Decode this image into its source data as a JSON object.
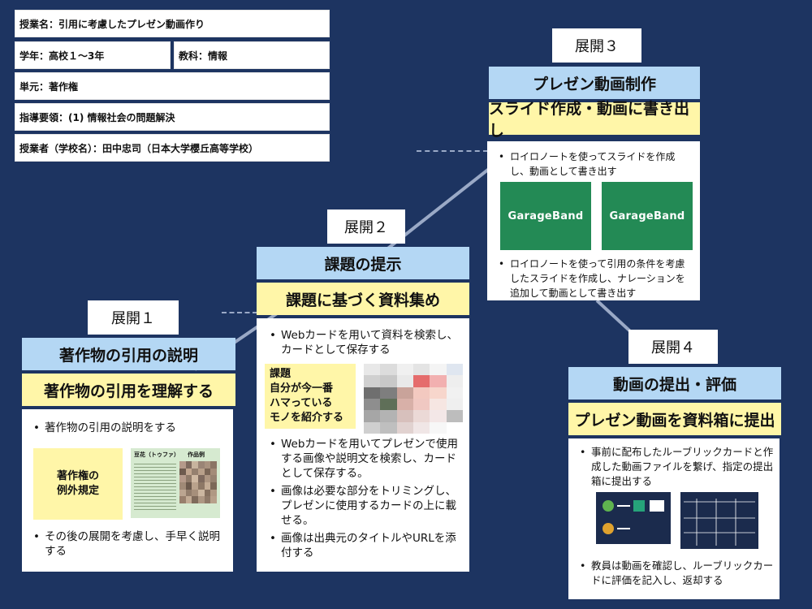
{
  "info": {
    "lesson": "授業名：引用に考慮したプレゼン動画作り",
    "grade": "学年：高校１〜3年",
    "subject": "教科：情報",
    "unit": "単元：著作権",
    "guideline": "指導要領：(1) 情報社会の問題解決",
    "teacher": "授業者（学校名）：田中忠司（日本大学櫻丘高等学校）"
  },
  "phase1": {
    "tag": "展開１",
    "title": "著作物の引用の説明",
    "subtitle": "著作物の引用を理解する",
    "bullet1": "著作物の引用の説明をする",
    "card_label": "著作権の\n例外規定",
    "doc_title": "豆花（トゥファ）",
    "doc_example": "作品例",
    "bullet2": "その後の展開を考慮し、手早く説明する"
  },
  "phase2": {
    "tag": "展開２",
    "title": "課題の提示",
    "subtitle": "課題に基づく資料集め",
    "bullet1": "Webカードを用いて資料を検索し、カードとして保存する",
    "card_label": "課題\n自分が今一番\nハマっている\nモノを紹介する",
    "bullet2": "Webカードを用いてプレゼンで使用する画像や説明文を検索し、カードとして保存する。",
    "bullet3": "画像は必要な部分をトリミングし、プレゼンに使用するカードの上に載せる。",
    "bullet4": "画像は出典元のタイトルやURLを添付する"
  },
  "phase3": {
    "tag": "展開３",
    "title": "プレゼン動画制作",
    "subtitle": "スライド作成・動画に書き出し",
    "bullet1": "ロイロノートを使ってスライドを作成し、動画として書き出す",
    "app1": "GarageBand",
    "app2": "GarageBand",
    "bullet2": "ロイロノートを使って引用の条件を考慮したスライドを作成し、ナレーションを追加して動画として書き出す"
  },
  "phase4": {
    "tag": "展開４",
    "title": "動画の提出・評価",
    "subtitle": "プレゼン動画を資料箱に提出",
    "bullet1": "事前に配布したルーブリックカードと作成した動画ファイルを繋げ、指定の提出箱に提出する",
    "bullet2": "教員は動画を確認し、ルーブリックカードに評価を記入し、返却する"
  },
  "colors": {
    "background": "#1d3461",
    "title_blue": "#b4d7f4",
    "title_yellow": "#fff6a8",
    "garageband_green": "#238a55"
  }
}
